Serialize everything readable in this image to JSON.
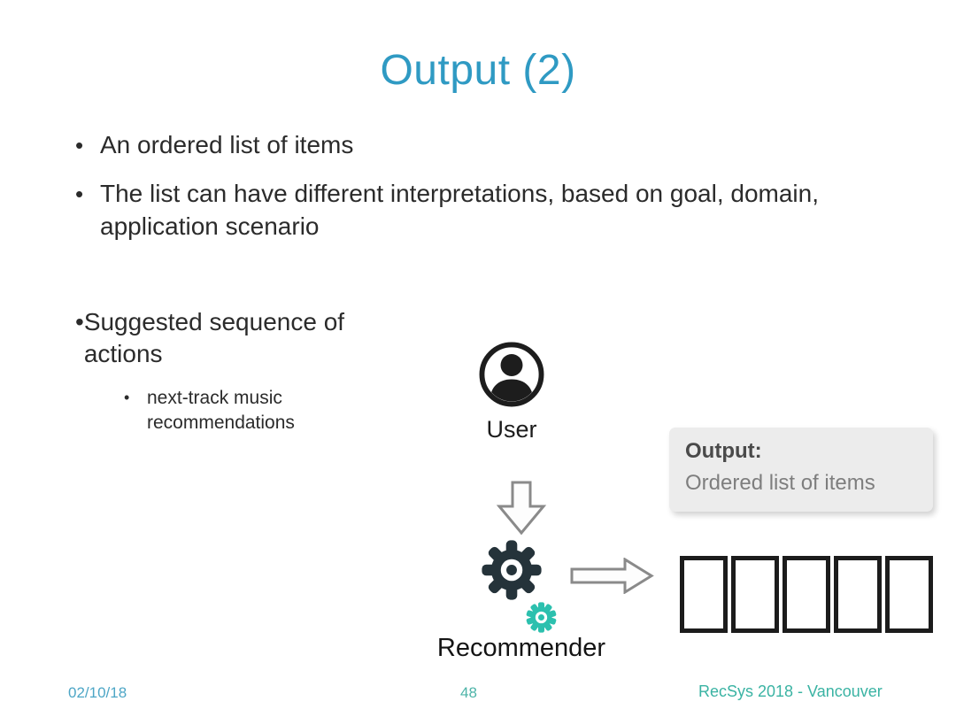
{
  "slide": {
    "title": "Output (2)",
    "bullets": [
      {
        "text": "An ordered list of items"
      },
      {
        "text": "The list can have different interpretations, based on goal, domain, application scenario"
      },
      {
        "text": "Suggested sequence of actions",
        "sub": "next-track music recommendations"
      }
    ]
  },
  "diagram": {
    "user_label": "User",
    "recommender_label": "Recommender",
    "output_callout": {
      "heading": "Output:",
      "body": "Ordered list of items"
    },
    "item_slot_count": 5
  },
  "footer": {
    "date": "02/10/18",
    "slide_number": "48",
    "venue": "RecSys 2018 - Vancouver"
  },
  "colors": {
    "title": "#2f9ac3",
    "body_text": "#2b2b2b",
    "gear_dark": "#25333a",
    "gear_teal": "#2cc0ae",
    "callout_bg": "#ececec",
    "callout_heading": "#4a4a4a",
    "callout_body": "#7e7e7e",
    "arrow_outline": "#8a8a8a",
    "box_border": "#1c1c1c",
    "footer_date": "#4da6c6",
    "footer_number": "#4db4a8",
    "footer_venue": "#3ab3a3"
  }
}
